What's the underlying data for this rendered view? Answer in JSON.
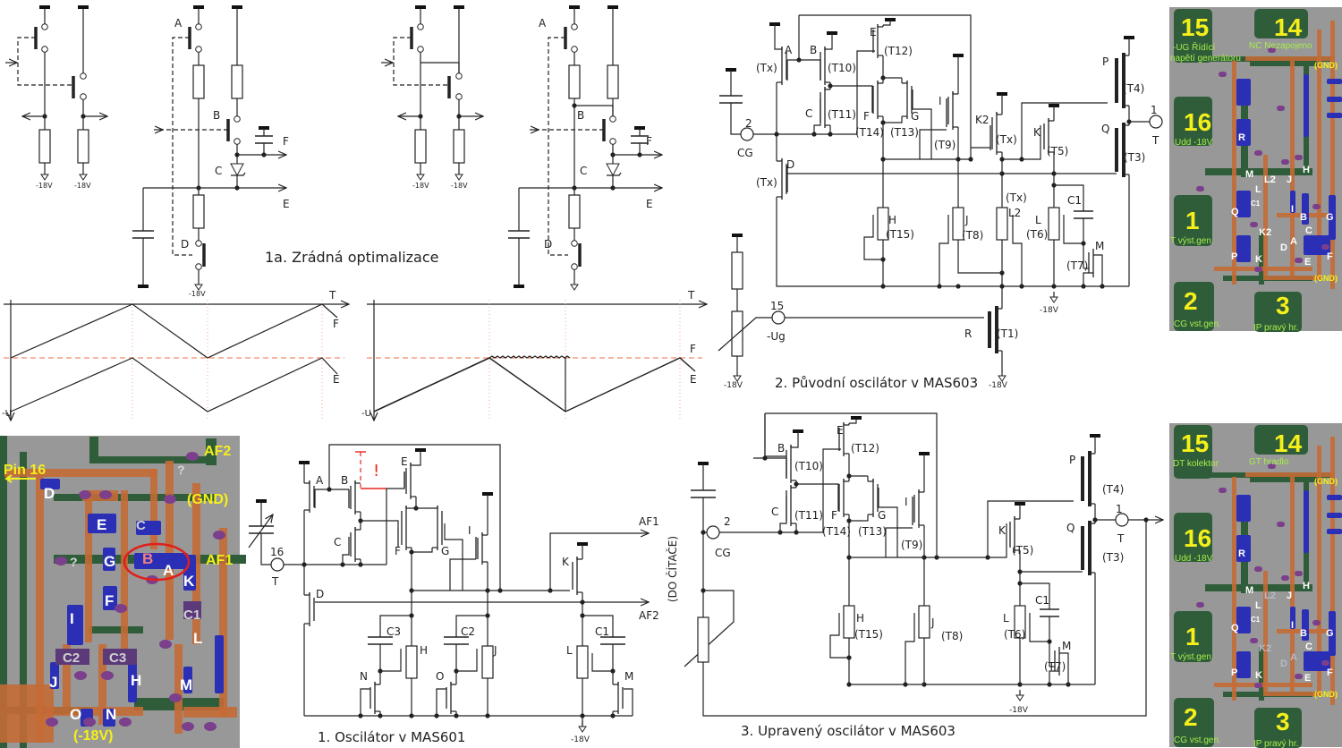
{
  "schematic_1a": {
    "caption": "1a. Zrádná optimalizace",
    "left_labels": [
      "-18V",
      "-18V",
      "A",
      "B",
      "F",
      "C",
      "E",
      "D",
      "-18V"
    ],
    "right_labels": [
      "-18V",
      "-18V",
      "A",
      "B",
      "F",
      "C",
      "E",
      "D"
    ]
  },
  "graphs": {
    "left": {
      "labels": [
        "T",
        "F",
        "E",
        "-U"
      ]
    },
    "right": {
      "labels": [
        "T",
        "F",
        "E",
        "-U"
      ]
    },
    "reference_line_color": "#f08a6a"
  },
  "schematic_2": {
    "caption": "2. Původní oscilátor v MAS603",
    "labels": [
      "A",
      "B",
      "(Tx)",
      "(T10)",
      "E",
      "(T12)",
      "C",
      "(T11)",
      "F",
      "(T14)",
      "G",
      "(T13)",
      "I",
      "(T9)",
      "K2",
      "(Tx)",
      "K",
      "(T5)",
      "P",
      "(T4)",
      "1",
      "T",
      "Q",
      "(T3)",
      "2",
      "CG",
      "D",
      "(Tx)",
      "(Tx)",
      "L2",
      "C1",
      "H",
      "(T15)",
      "J",
      "(T8)",
      "L",
      "(T6)",
      "M",
      "(T7)",
      "-18V",
      "15",
      "-Ug",
      "R",
      "(T1)",
      "-18V",
      "-18V"
    ]
  },
  "schematic_1": {
    "caption": "1. Oscilátor v MAS601",
    "labels": [
      "A",
      "B",
      "E",
      "I",
      "K",
      "F",
      "G",
      "C",
      "D",
      "16",
      "T",
      "C3",
      "H",
      "C2",
      "J",
      "L",
      "C1",
      "N",
      "O",
      "M",
      "-18V",
      "AF1",
      "AF2",
      "(DO ČÍTAČE)"
    ],
    "warning_mark": "!",
    "warning_color": "#e8231e"
  },
  "schematic_3": {
    "caption": "3. Upravený oscilátor v MAS603",
    "labels": [
      "B",
      "(T10)",
      "E",
      "(T12)",
      "C",
      "(T11)",
      "F",
      "(T14)",
      "G",
      "(T13)",
      "I",
      "(T9)",
      "K",
      "(T5)",
      "P",
      "(T4)",
      "1",
      "T",
      "Q",
      "(T3)",
      "2",
      "CG",
      "H",
      "(T15)",
      "J",
      "(T8)",
      "L",
      "(T6)",
      "C1",
      "M",
      "(T7)",
      "-18V"
    ]
  },
  "chip_mas601": {
    "labels": [
      "AF2",
      "Pin 16",
      "D",
      "(GND)",
      "E",
      "C",
      "?",
      "G",
      "B",
      "A",
      "K",
      "AF1",
      "F",
      "C1",
      "I",
      "L",
      "C2",
      "C3",
      "J",
      "H",
      "M",
      "O",
      "N",
      "(-18V)",
      "?"
    ],
    "highlight_color": "#e0201c"
  },
  "chip_mas603_original": {
    "pins": [
      {
        "number": "15",
        "desc": [
          "-UG  Řídící",
          "napětí generátoru"
        ]
      },
      {
        "number": "14",
        "desc": [
          "NC  Nezapojeno"
        ]
      },
      {
        "number": "16",
        "desc": [
          "Udd -18V"
        ]
      },
      {
        "number": "1",
        "desc": [
          "T výst.gen."
        ]
      },
      {
        "number": "2",
        "desc": [
          "CG vst.gen."
        ]
      },
      {
        "number": "3",
        "desc": [
          "IP pravý hr."
        ]
      }
    ],
    "gnd": [
      "(GND)",
      "(GND)"
    ],
    "labels": [
      "R",
      "M",
      "L2",
      "J",
      "H",
      "L",
      "C1",
      "Q",
      "I",
      "B",
      "G",
      "K2",
      "C",
      "A",
      "D",
      "P",
      "K",
      "E",
      "F"
    ]
  },
  "chip_mas603_modified": {
    "pins": [
      {
        "number": "15",
        "desc": [
          "DT kolektor"
        ]
      },
      {
        "number": "14",
        "desc": [
          "GT hradlo"
        ]
      },
      {
        "number": "16",
        "desc": [
          "Udd -18V"
        ]
      },
      {
        "number": "1",
        "desc": [
          "T výst.gen."
        ]
      },
      {
        "number": "2",
        "desc": [
          "CG vst.gen."
        ]
      },
      {
        "number": "3",
        "desc": [
          "IP pravý hr."
        ]
      }
    ],
    "gnd": [
      "(GND)",
      "(GND)"
    ],
    "labels": [
      "R",
      "M",
      "L2",
      "J",
      "H",
      "L",
      "C1",
      "Q",
      "I",
      "B",
      "G",
      "K2",
      "C",
      "A",
      "D",
      "P",
      "K",
      "E",
      "F"
    ],
    "removed_labels": [
      "L2",
      "K2",
      "A",
      "D"
    ]
  },
  "colors": {
    "pad_green": "#2f5d3a",
    "metal_orange": "#c46a35",
    "diffusion_blue": "#2a2fb5",
    "contact_purple": "#7b3f8c",
    "substrate_gray": "#989898",
    "pin_text_yellow": "#f5ef1a",
    "desc_text_green": "#a6ec4a"
  }
}
